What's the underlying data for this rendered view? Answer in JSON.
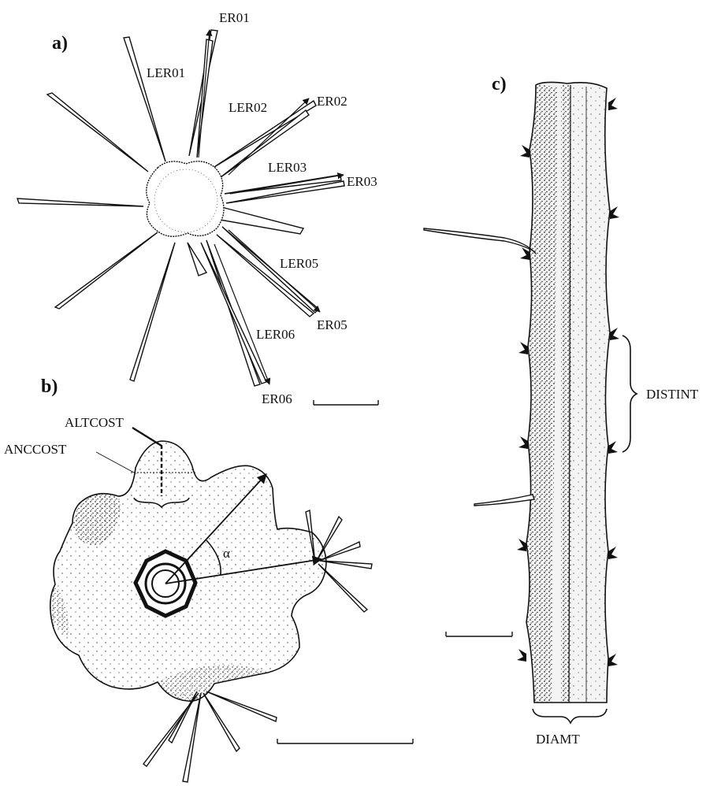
{
  "panels": {
    "a": {
      "label": "a)",
      "labels": [
        "ER01",
        "LER01",
        "LER02",
        "ER02",
        "LER03",
        "ER03",
        "LER05",
        "ER05",
        "LER06",
        "ER06"
      ]
    },
    "b": {
      "label": "b)",
      "labels": [
        "ALTCOST",
        "ANCCOST",
        "α"
      ]
    },
    "c": {
      "label": "c)",
      "labels": [
        "DISTINT",
        "DIAMT"
      ]
    }
  },
  "colors": {
    "ink": "#111111",
    "paper": "#ffffff",
    "stipple": "#222222"
  }
}
